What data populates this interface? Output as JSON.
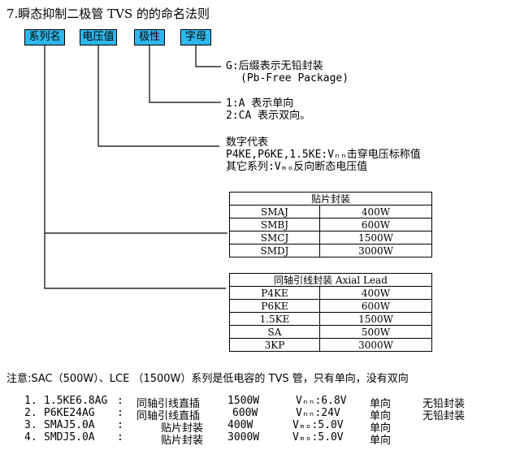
{
  "title": "7.瞬态抑制二极管 TVS 的的命名法则",
  "boxes": [
    "系列名",
    "电压值",
    "极性",
    "字母"
  ],
  "notes": {
    "letter": [
      "G:后缀表示无铅封装",
      "(Pb-Free Package)"
    ],
    "polarity": [
      "1:A 表示单向",
      "2:CA 表示双向。"
    ],
    "voltage": [
      "数字代表",
      "P4KE,P6KE,1.5KE:Vₙₙ击穿电压标称值",
      "其它系列:Vₘₒ反向断态电压值"
    ]
  },
  "smd_table": {
    "header": "贴片封装",
    "rows": [
      [
        "SMAJ",
        "400W"
      ],
      [
        "SMBJ",
        "600W"
      ],
      [
        "SMCJ",
        "1500W"
      ],
      [
        "SMDJ",
        "3000W"
      ]
    ]
  },
  "axial_table": {
    "header": "同轴引线封装 Axial Lead",
    "rows": [
      [
        "P4KE",
        "400W"
      ],
      [
        "P6KE",
        "600W"
      ],
      [
        "1.5KE",
        "1500W"
      ],
      [
        "SA",
        "500W"
      ],
      [
        "3KP",
        "3000W"
      ]
    ]
  },
  "remark": "注意:SAC（500W）、LCE （1500W）系列是低电容的 TVS 管，只有单向，没有双向",
  "examples": [
    {
      "num": "1.",
      "part": "1.5KE6.8AG",
      "sep": ":",
      "pkg": "同轴引线直插",
      "power": "1500W",
      "volt": "Vₙₙ:6.8V",
      "dir": "单向",
      "extra": "无铅封装"
    },
    {
      "num": "2.",
      "part": "P6KE24AG",
      "sep": ":",
      "pkg": "同轴引线直插",
      "power": "600W",
      "volt": "Vₙₙ:24V",
      "dir": "单向",
      "extra": "无铅封装"
    },
    {
      "num": "3.",
      "part": "SMAJ5.0A",
      "sep": ":",
      "pkg": "贴片封装",
      "power": "400W",
      "volt": "Vₘₒ:5.0V",
      "dir": "单向",
      "extra": ""
    },
    {
      "num": "4.",
      "part": "SMDJ5.0A",
      "sep": ":",
      "pkg": "贴片封装",
      "power": "3000W",
      "volt": "Vₘₒ:5.0V",
      "dir": "单向",
      "extra": ""
    }
  ]
}
